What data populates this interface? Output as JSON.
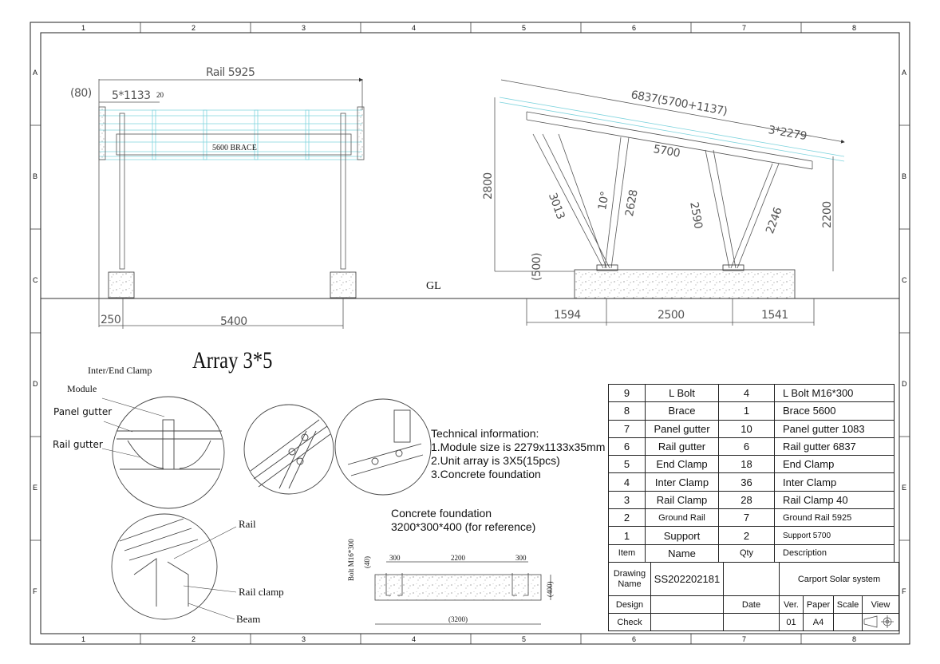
{
  "sheet": {
    "columns": [
      "1",
      "2",
      "3",
      "4",
      "5",
      "6",
      "7",
      "8"
    ],
    "rows": [
      "A",
      "B",
      "C",
      "D",
      "E",
      "F"
    ]
  },
  "front_view": {
    "rail_dim": "Rail 5925",
    "overhang_dim": "(80)",
    "spacing_dim": "5*1133",
    "small_dim": "20",
    "brace_label": "5600 BRACE",
    "left_dim": "250",
    "span_dim": "5400"
  },
  "ground_label": "GL",
  "side_view": {
    "rail_dim": "6837(5700+1137)",
    "module_dim": "3*2279",
    "beam_dim": "5700",
    "height_high": "2800",
    "height_low": "2200",
    "angle": "10°",
    "strut_1": "3013",
    "strut_2": "2628",
    "strut_3": "2590",
    "strut_4": "2246",
    "foundation_depth": "(500)",
    "base_1": "1594",
    "base_2": "2500",
    "base_3": "1541"
  },
  "array_title": "Array 3*5",
  "detail_labels": {
    "clamp": "Inter/End Clamp",
    "module": "Module",
    "panel_gutter": "Panel gutter",
    "rail_gutter": "Rail gutter",
    "rail": "Rail",
    "rail_clamp": "Rail clamp",
    "beam": "Beam"
  },
  "technical": {
    "heading": "Technical information:",
    "line1": "1.Module size is 2279x1133x35mm",
    "line2": "2.Unit array is 3X5(15pcs)",
    "line3": "3.Concrete  foundation"
  },
  "foundation": {
    "title": "Concrete foundation",
    "size": "3200*300*400 (for reference)",
    "bolt": "Bolt M16*300",
    "dim_40": "(40)",
    "dim_300a": "300",
    "dim_2200": "2200",
    "dim_300b": "300",
    "dim_400": "(400)",
    "dim_3200": "(3200)"
  },
  "bom": {
    "rows": [
      {
        "no": "9",
        "name": "L  Bolt",
        "qty": "4",
        "desc": "L  Bolt M16*300"
      },
      {
        "no": "8",
        "name": "Brace",
        "qty": "1",
        "desc": "Brace 5600"
      },
      {
        "no": "7",
        "name": "Panel gutter",
        "qty": "10",
        "desc": "Panel gutter 1083"
      },
      {
        "no": "6",
        "name": "Rail gutter",
        "qty": "6",
        "desc": " Rail gutter 6837"
      },
      {
        "no": "5",
        "name": "End Clamp",
        "qty": "18",
        "desc": "End Clamp"
      },
      {
        "no": "4",
        "name": "Inter Clamp",
        "qty": "36",
        "desc": "Inter Clamp"
      },
      {
        "no": "3",
        "name": "Rail Clamp",
        "qty": "28",
        "desc": "Rail Clamp 40"
      },
      {
        "no": "2",
        "name": "Ground Rail",
        "qty": "7",
        "desc": "Ground Rail 5925"
      },
      {
        "no": "1",
        "name": "Support",
        "qty": "2",
        "desc": "Support  5700"
      }
    ],
    "header": {
      "no": "Item",
      "name": "Name",
      "qty": "Qty",
      "desc": "Description"
    }
  },
  "title_block": {
    "drawing_name_label": "Drawing Name",
    "drawing_number": "SS202202181",
    "project": "Carport Solar system",
    "design_label": "Design",
    "date_label": "Date",
    "ver_label": "Ver.",
    "paper_label": "Paper",
    "scale_label": "Scale",
    "view_label": "View",
    "check_label": "Check",
    "ver_value": "01",
    "paper_value": "A4"
  }
}
